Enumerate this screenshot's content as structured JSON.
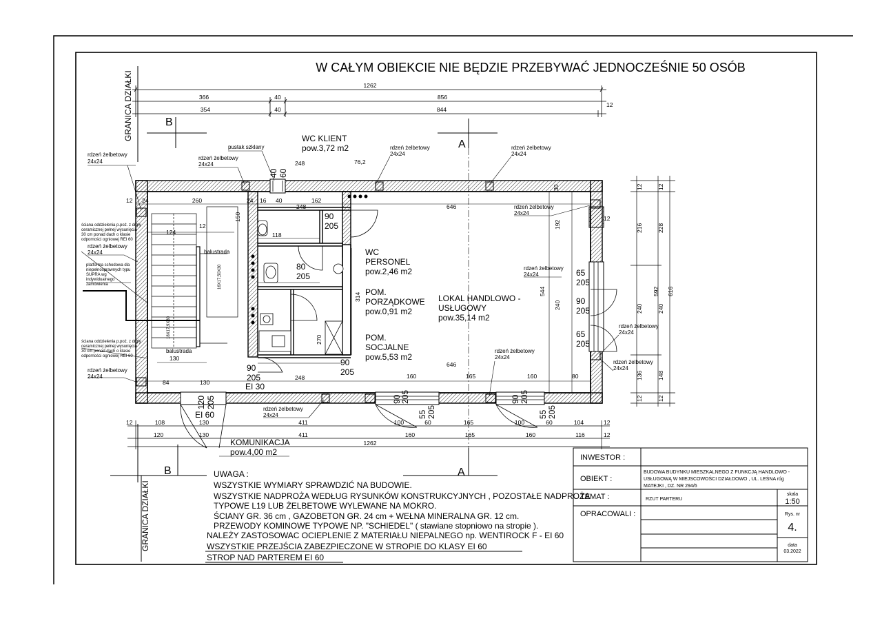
{
  "header": {
    "title": "W CAŁYM OBIEKCIE NIE BĘDZIE PRZEBYWAĆ JEDNOCZEŚNIE 50 OSÓB",
    "boundary_label": "GRANICA DZIAŁKI"
  },
  "section_markers": {
    "b": "B",
    "a": "A"
  },
  "rooms": {
    "wc_klient": {
      "name": "WC KLIENT",
      "area": "pow.3,72 m2"
    },
    "wc_personel": {
      "name_1": "WC",
      "name_2": "PERSONEL",
      "area": "pow.2,46 m2"
    },
    "pom_porzadkowe": {
      "name_1": "POM.",
      "name_2": "PORZĄDKOWE",
      "area": "pow.0,91 m2"
    },
    "pom_socjalne": {
      "name_1": "POM.",
      "name_2": "SOCJALNE",
      "area": "pow.5,53 m2"
    },
    "lokal": {
      "name_1": "LOKAL HANDLOWO -",
      "name_2": "USŁUGOWY",
      "area": "pow.35,14 m2"
    },
    "komunikacja": {
      "name": "KOMUNIKACJA",
      "area": "pow.4,00 m2"
    }
  },
  "annotations": {
    "rdzen": "rdzeń żelbetowy",
    "rdzen_size": "24x24",
    "pustak": "pustak szklany",
    "balustrada": "balustrada",
    "stairs_1": "16X17,50X30",
    "stairs_2": "18X17,9X30",
    "sciana_note_1": "ściana oddzielenia p.poż. z drgły",
    "sciana_note_2": "ceramicznej pełnej wysunięcia",
    "sciana_note_3": "30 cm ponad dach o klasie",
    "sciana_note_4": "odporności ogniowej REI 60",
    "platforma_1": "platforma schodowa dla",
    "platforma_2": "niepełnosprawnych typu",
    "platforma_3": "SUPRA wg",
    "platforma_4": "indywidualnego",
    "platforma_5": "zamówienia",
    "ei60": "EI 60",
    "ei30": "EI 30"
  },
  "dimensions": {
    "top_total": "1262",
    "top_row2": [
      "366",
      "40",
      "856"
    ],
    "top_row3": [
      "354",
      "40",
      "844",
      "12"
    ],
    "inner_top": [
      "12",
      "24",
      "260",
      "24",
      "16",
      "40",
      "248",
      "162",
      "24",
      "24",
      "646",
      "24",
      "12"
    ],
    "bottom_row1": [
      "12",
      "108",
      "130",
      "411",
      "100",
      "60",
      "165",
      "100",
      "60",
      "104",
      "12"
    ],
    "bottom_row2": [
      "120",
      "130",
      "411",
      "160",
      "165",
      "160",
      "116",
      "12"
    ],
    "bottom_total": "1262",
    "right_col1": [
      "12",
      "216",
      "240",
      "136",
      "12"
    ],
    "right_col2": [
      "12",
      "228",
      "240",
      "148",
      "12"
    ],
    "right_total_1": "592",
    "right_total_2": "616",
    "misc": [
      "248",
      "76,2",
      "150",
      "100",
      "124",
      "12",
      "118",
      "12",
      "80",
      "205",
      "90",
      "205",
      "65",
      "205",
      "90",
      "205",
      "65",
      "205",
      "544",
      "240",
      "192",
      "314",
      "270",
      "646",
      "130",
      "248",
      "84",
      "130",
      "160",
      "165",
      "160",
      "80",
      "24",
      "12",
      "30",
      "60",
      "40",
      "120",
      "205",
      "55",
      "205",
      "90",
      "205",
      "90",
      "205",
      "55",
      "205"
    ]
  },
  "notes": {
    "heading": "UWAGA :",
    "lines": [
      "WSZYSTKIE WYMIARY SPRAWDZIĆ NA BUDOWIE.",
      "WSZYSTKIE  NADPROŻA WEDŁUG RYSUNKÓW KONSTRUKCYJNYCH , POZOSTAŁE NADPROŻA",
      "TYPOWE L19 LUB ŻELBETOWE WYLEWANE NA MOKRO.",
      "ŚCIANY GR. 36 cm , GAZOBETON GR. 24 cm + WEŁNA MINERALNA GR. 12 cm.",
      "PRZEWODY KOMINOWE TYPOWE NP. \"SCHIEDEL\" ( stawiane stopniowo na stropie ).",
      "NALEŻY ZASTOSOWAC  OCIEPLENIE Z MATERIAŁU NIEPALNEGO np. WENTIROCK F - EI 60",
      "WSZYSTKIE PRZEJŚCIA ZABEZPIECZONE W STROPIE DO KLASY EI 60",
      "STROP NAD PARTEREM  EI 60"
    ]
  },
  "title_block": {
    "investor_label": "INWESTOR :",
    "investor_value": "",
    "object_label": "OBIEKT :",
    "object_value_1": "BUDOWA BUDYNKU MIESZKALNEGO  Z FUNKCJĄ HANDLOWO -",
    "object_value_2": "USŁUGOWĄ W MIEJSCOWOŚCI  DZIAŁDOWO , UL. LEŚNA róg",
    "object_value_3": "MATEJKI , DZ. NR 294/6",
    "topic_label": "TEMAT :",
    "topic_value": "RZUT PARTERU",
    "scale_label": "skala",
    "scale_value": "1:50",
    "prepared_label": "OPRACOWALI :",
    "drawing_no_label": "Rys. nr",
    "drawing_no_value": "4.",
    "date_label": "data",
    "date_value": "03.2022"
  }
}
